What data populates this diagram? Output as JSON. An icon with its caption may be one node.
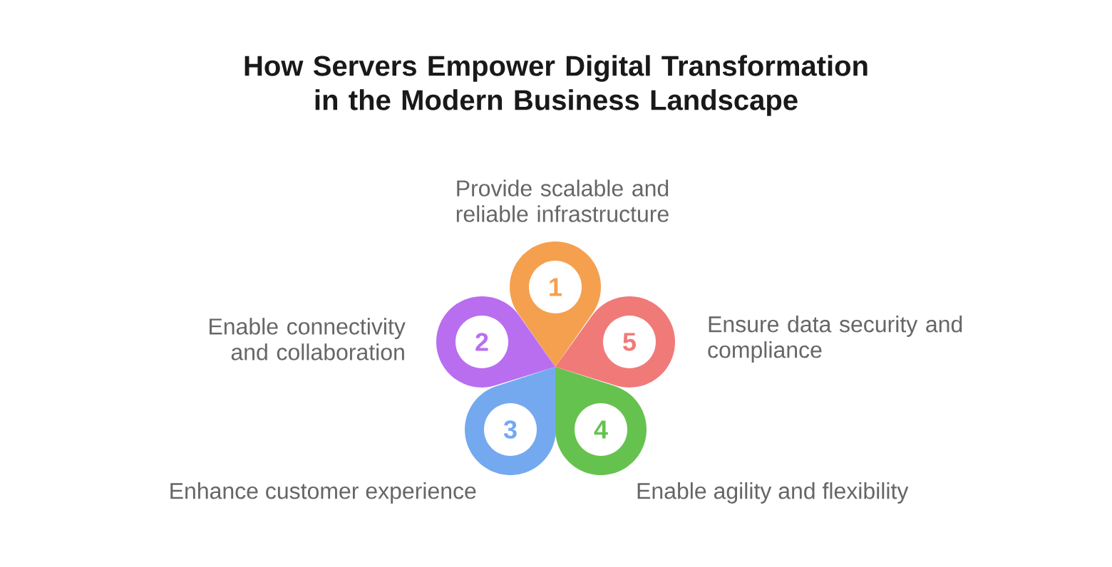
{
  "diagram": {
    "title": "How Servers Empower Digital Transformation in the Modern Business Landscape",
    "nodes": [
      {
        "text": [
          "1"
        ],
        "beside": [
          "Provide scalable and reliable infrastructure"
        ]
      },
      {
        "text": [
          "2"
        ],
        "beside": [
          "Enable connectivity and collaboration"
        ]
      },
      {
        "text": [
          "3"
        ],
        "beside": [
          "Enhance customer experience"
        ]
      },
      {
        "text": [
          "4"
        ],
        "beside": [
          "Enable agility and flexibility"
        ]
      },
      {
        "text": [
          "5"
        ],
        "beside": [
          "Ensure data security and compliance"
        ]
      }
    ]
  }
}
